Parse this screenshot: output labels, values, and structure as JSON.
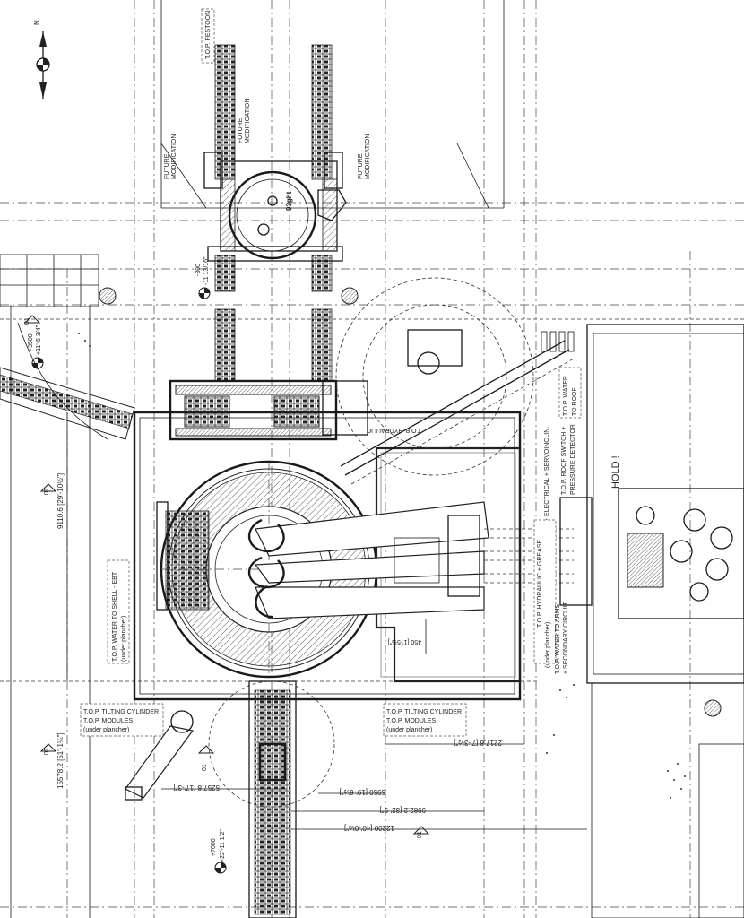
{
  "compass": {
    "letter": "N"
  },
  "labels": {
    "festoon": "T.O.P. FESTOON",
    "future_mod_1": "FUTURE",
    "future_mod_1b": "MODIFICATION",
    "future_mod_2": "FUTURE",
    "future_mod_2b": "MODIFICATION",
    "future_mod_3": "FUTURE",
    "future_mod_3b": "MODIFICATION",
    "heat_no": "93ght",
    "water_to_roof_1": "T.O.P. WATER",
    "water_to_roof_2": "TO ROOF",
    "hold": "HOLD !",
    "roof_switch_1": "T.O.P. ROOF SWITCH +",
    "roof_switch_2": "PRESSURE DETECTOR",
    "electrical": "+ ELECTRICAL + SERVOINCLIN.",
    "hydraulic": "T.O.P. HYDRAULIC + GREASE",
    "hydraulic_2": "(under plancher)",
    "water_arms_1": "T.O.P. WATER TO ARMS",
    "water_arms_2": "+ SECONDARY CIRCUIT",
    "water_shell_1": "T.O.P. WATER TO SHELL - EBT",
    "water_shell_2": "(under plancher)",
    "tilting_left_1": "T.O.P. TILTING CYLINDER",
    "tilting_left_2": "T.O.P. MODULES",
    "tilting_left_3": "(under plancher)",
    "tilting_right_1": "T.O.P. TILTING CYLINDER",
    "tilting_right_2": "T.O.P. MODULES",
    "tilting_right_3": "(under plancher)",
    "hydraulic_top": "T.O.P. HYDRAULIC"
  },
  "dimensions": {
    "d_300": "-300",
    "d_300_imp": "-11 13/16\"",
    "d_3500": "+3500",
    "d_3500_imp": "+11'-5 3/4\"",
    "d_9110": "9110.6 [29'-10½\"]",
    "d_15578": "15578.2 [51'-1¼\"]",
    "d_7000": "+7000",
    "d_7000_imp": "+22'-11 1/2\"",
    "d_2217": "2217.8 [7'-3½\"]",
    "d_5257": "5257.8 [17'-3\"]",
    "d_5950": "5950 [19'-6½\"]",
    "d_9982": "9982.2 [32'-9\"]",
    "d_12200": "12200 [40'-0½\"]",
    "d_450": "450 [1'-5½\"]",
    "sec_01": "01"
  }
}
